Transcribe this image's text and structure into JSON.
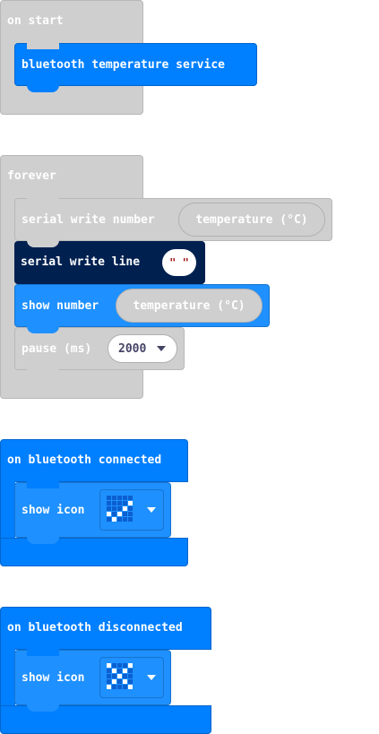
{
  "colors": {
    "loops": "#cfcfcf",
    "loops_border": "#b8b8b8",
    "bluetooth": "#007fff",
    "bluetooth_border": "#0066cc",
    "serial": "#002050",
    "basic": "#1e90ff",
    "basic_border": "#1874cd",
    "grid_on": "#ffffff",
    "grid_off": "#0b5fd0"
  },
  "on_start": {
    "label": "on start",
    "block": "bluetooth temperature service"
  },
  "forever": {
    "label": "forever",
    "serial_number": {
      "label": "serial write number",
      "arg": "temperature (°C)"
    },
    "serial_line": {
      "label": "serial write line",
      "arg": "\" \""
    },
    "show_number": {
      "label": "show number",
      "arg": "temperature (°C)"
    },
    "pause": {
      "label": "pause (ms)",
      "value": "2000"
    }
  },
  "connected": {
    "label": "on bluetooth connected",
    "show_icon": "show icon",
    "icon": [
      [
        0,
        0,
        0,
        0,
        0
      ],
      [
        0,
        0,
        0,
        0,
        1
      ],
      [
        0,
        0,
        0,
        1,
        0
      ],
      [
        1,
        0,
        1,
        0,
        0
      ],
      [
        0,
        1,
        0,
        0,
        0
      ]
    ]
  },
  "disconnected": {
    "label": "on bluetooth disconnected",
    "show_icon": "show icon",
    "icon": [
      [
        1,
        0,
        0,
        0,
        1
      ],
      [
        0,
        1,
        0,
        1,
        0
      ],
      [
        0,
        0,
        1,
        0,
        0
      ],
      [
        0,
        1,
        0,
        1,
        0
      ],
      [
        1,
        0,
        0,
        0,
        1
      ]
    ]
  }
}
